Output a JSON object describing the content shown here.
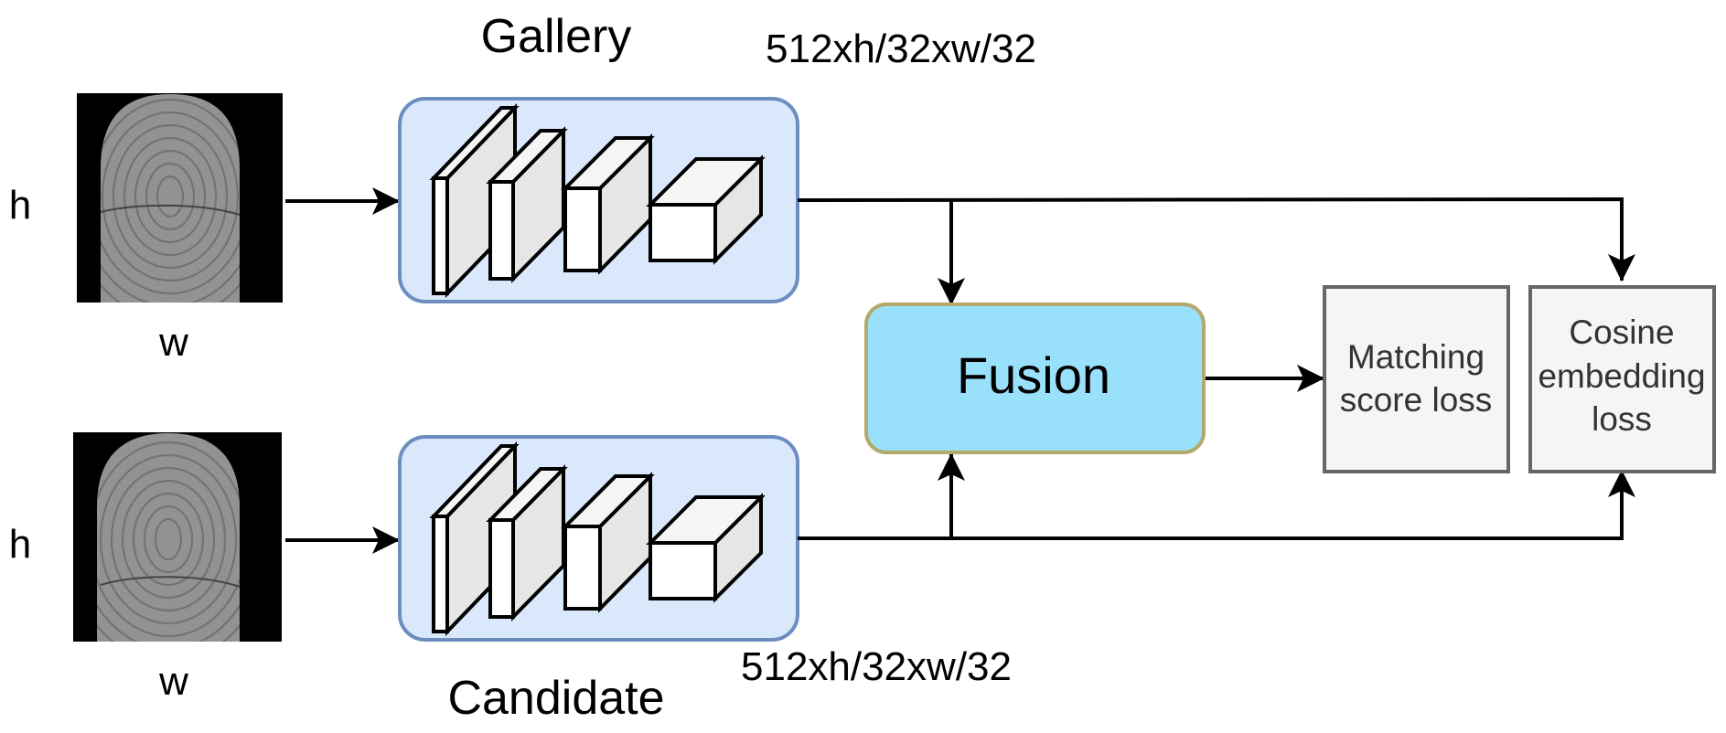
{
  "colors": {
    "encoder_fill": "#dae8fc",
    "encoder_stroke": "#6c8ebf",
    "fusion_fill": "#99e0fb",
    "fusion_stroke": "#b3a96a",
    "loss_fill": "#f5f5f5",
    "loss_stroke": "#666666",
    "layer_front": "#ffffff",
    "layer_side": "#e6e6e6",
    "edge": "#000000"
  },
  "branches": {
    "gallery": {
      "name": "Gallery",
      "height_label": "h",
      "width_label": "w",
      "feature_shape": "512xh/32xw/32",
      "image": "fingerprint-image"
    },
    "candidate": {
      "name": "Candidate",
      "height_label": "h",
      "width_label": "w",
      "feature_shape": "512xh/32xw/32",
      "image": "fingerprint-image"
    }
  },
  "fusion": {
    "label": "Fusion"
  },
  "losses": {
    "matching": {
      "line1": "Matching",
      "line2": "score loss"
    },
    "cosine": {
      "line1": "Cosine",
      "line2": "embedding",
      "line3": "loss"
    }
  }
}
